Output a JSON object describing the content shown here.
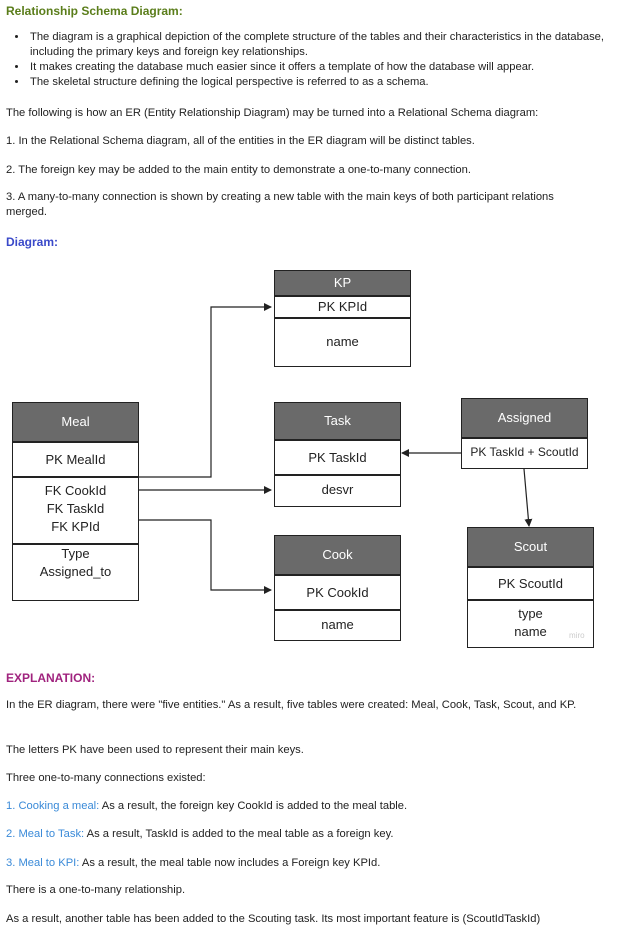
{
  "heading": "Relationship Schema Diagram:",
  "bullets": [
    "The diagram is a graphical depiction of the complete structure of the tables and their characteristics in the database, including the primary keys and foreign key relationships.",
    "It makes creating the database much easier since it offers a template of how the database will appear.",
    "The skeletal structure defining the logical perspective is referred to as a schema."
  ],
  "intro": "The following is how an ER (Entity Relationship Diagram) may be turned into a Relational Schema diagram:",
  "steps": [
    "1. In the Relational Schema diagram, all of the entities in the ER diagram will be distinct tables.",
    "2. The foreign key may be added to the main entity to demonstrate a one-to-many connection.",
    "3. A many-to-many connection is shown by creating a new table with the main keys of both participant relations merged."
  ],
  "diagram_heading": "Diagram:",
  "tables": {
    "kp": {
      "title": "KP",
      "rows": [
        "PK KPId",
        "name"
      ]
    },
    "meal": {
      "title": "Meal",
      "rows": [
        "PK MealId",
        "FK CookId\nFK TaskId\nFK KPId",
        "Type\nAssigned_to"
      ]
    },
    "task": {
      "title": "Task",
      "rows": [
        "PK TaskId",
        "desvr"
      ]
    },
    "assigned": {
      "title": "Assigned",
      "rows": [
        "PK TaskId + ScoutId"
      ]
    },
    "cook": {
      "title": "Cook",
      "rows": [
        "PK CookId",
        "name"
      ]
    },
    "scout": {
      "title": "Scout",
      "rows": [
        "PK ScoutId",
        "type\nname"
      ]
    }
  },
  "watermark": "miro",
  "explanation_heading": "EXPLANATION:",
  "explanation": {
    "p1": "In the ER diagram, there were \"five entities.\" As a result, five tables were created: Meal, Cook, Task, Scout, and KP.",
    "p2": "The letters PK have been used to represent their main keys.",
    "p3": "Three one-to-many connections existed:",
    "items": [
      {
        "link": "1. Cooking a meal:",
        "text": " As a result, the foreign key CookId is added to the meal table."
      },
      {
        "link": "2. Meal to Task:",
        "text": " As a result, TaskId is added to the meal table as a foreign key."
      },
      {
        "link": "3. Meal to KPI:",
        "text": " As a result, the meal table now includes a Foreign key KPId."
      }
    ],
    "p4": "There is a one-to-many relationship.",
    "p5": "As a result, another table has been added to the Scouting task. Its most important feature is (ScoutIdTaskId)"
  }
}
